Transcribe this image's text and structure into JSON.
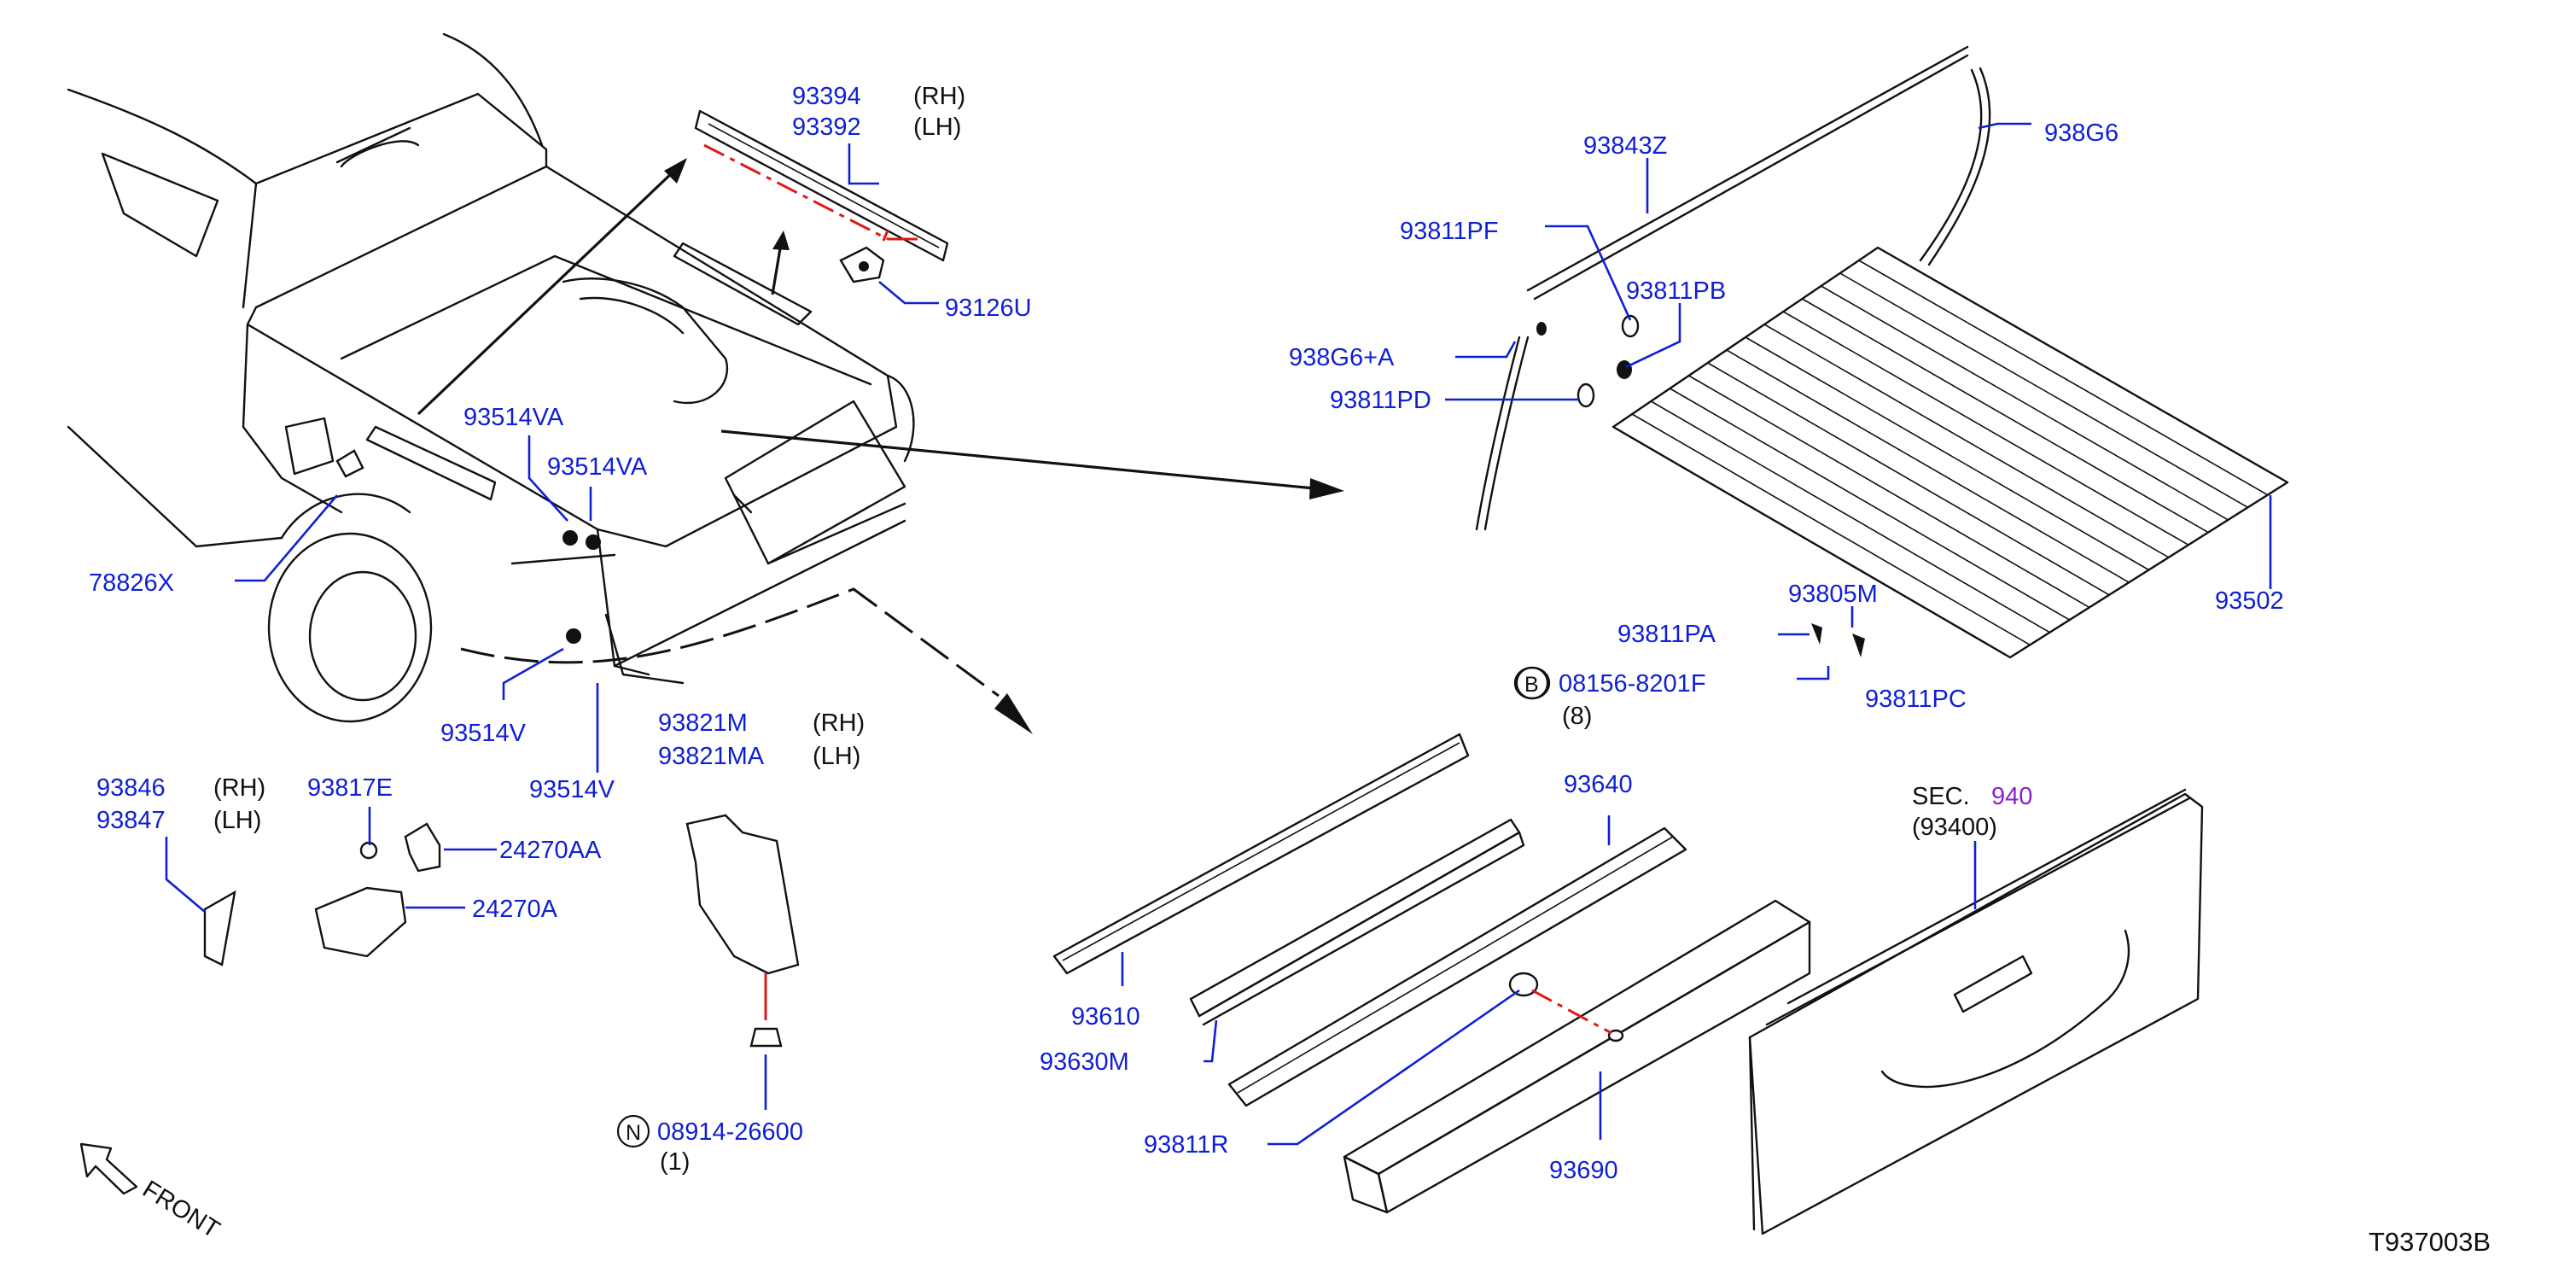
{
  "diagram_id": "T937003B",
  "callouts": {
    "p93394": "93394",
    "p93392": "93392",
    "rh_1": "(RH)",
    "lh_1": "(LH)",
    "p93126U": "93126U",
    "p93514VA_a": "93514VA",
    "p93514VA_b": "93514VA",
    "p78826X": "78826X",
    "p93514V_a": "93514V",
    "p93514V_b": "93514V",
    "p93821M": "93821M",
    "p93821MA": "93821MA",
    "rh_2": "(RH)",
    "lh_2": "(LH)",
    "p93846": "93846",
    "p93847": "93847",
    "rh_3": "(RH)",
    "lh_3": "(LH)",
    "p93817E": "93817E",
    "p24270AA": "24270AA",
    "p24270A": "24270A",
    "n_symbol": "N",
    "p08914": "08914-26600",
    "qty_1": "(1)",
    "front": "FRONT",
    "p93843Z": "93843Z",
    "p938G6": "938G6",
    "p93811PF": "93811PF",
    "p93811PB": "93811PB",
    "p938G6A": "938G6+A",
    "p93811PD": "93811PD",
    "p93502": "93502",
    "p93805M": "93805M",
    "p93811PA": "93811PA",
    "b_symbol": "B",
    "p08156": "08156-8201F",
    "qty_8": "(8)",
    "p93811PC": "93811PC",
    "p93640": "93640",
    "p93610": "93610",
    "p93630M": "93630M",
    "p93811R": "93811R",
    "p93690": "93690",
    "sec_label": "SEC.",
    "sec_num": "940",
    "p93400": "(93400)"
  },
  "colors": {
    "part_text": "#0f1fd4",
    "leader": "#0f1fd4",
    "link_line": "#e01818",
    "section_ref": "#8a1fd6"
  }
}
